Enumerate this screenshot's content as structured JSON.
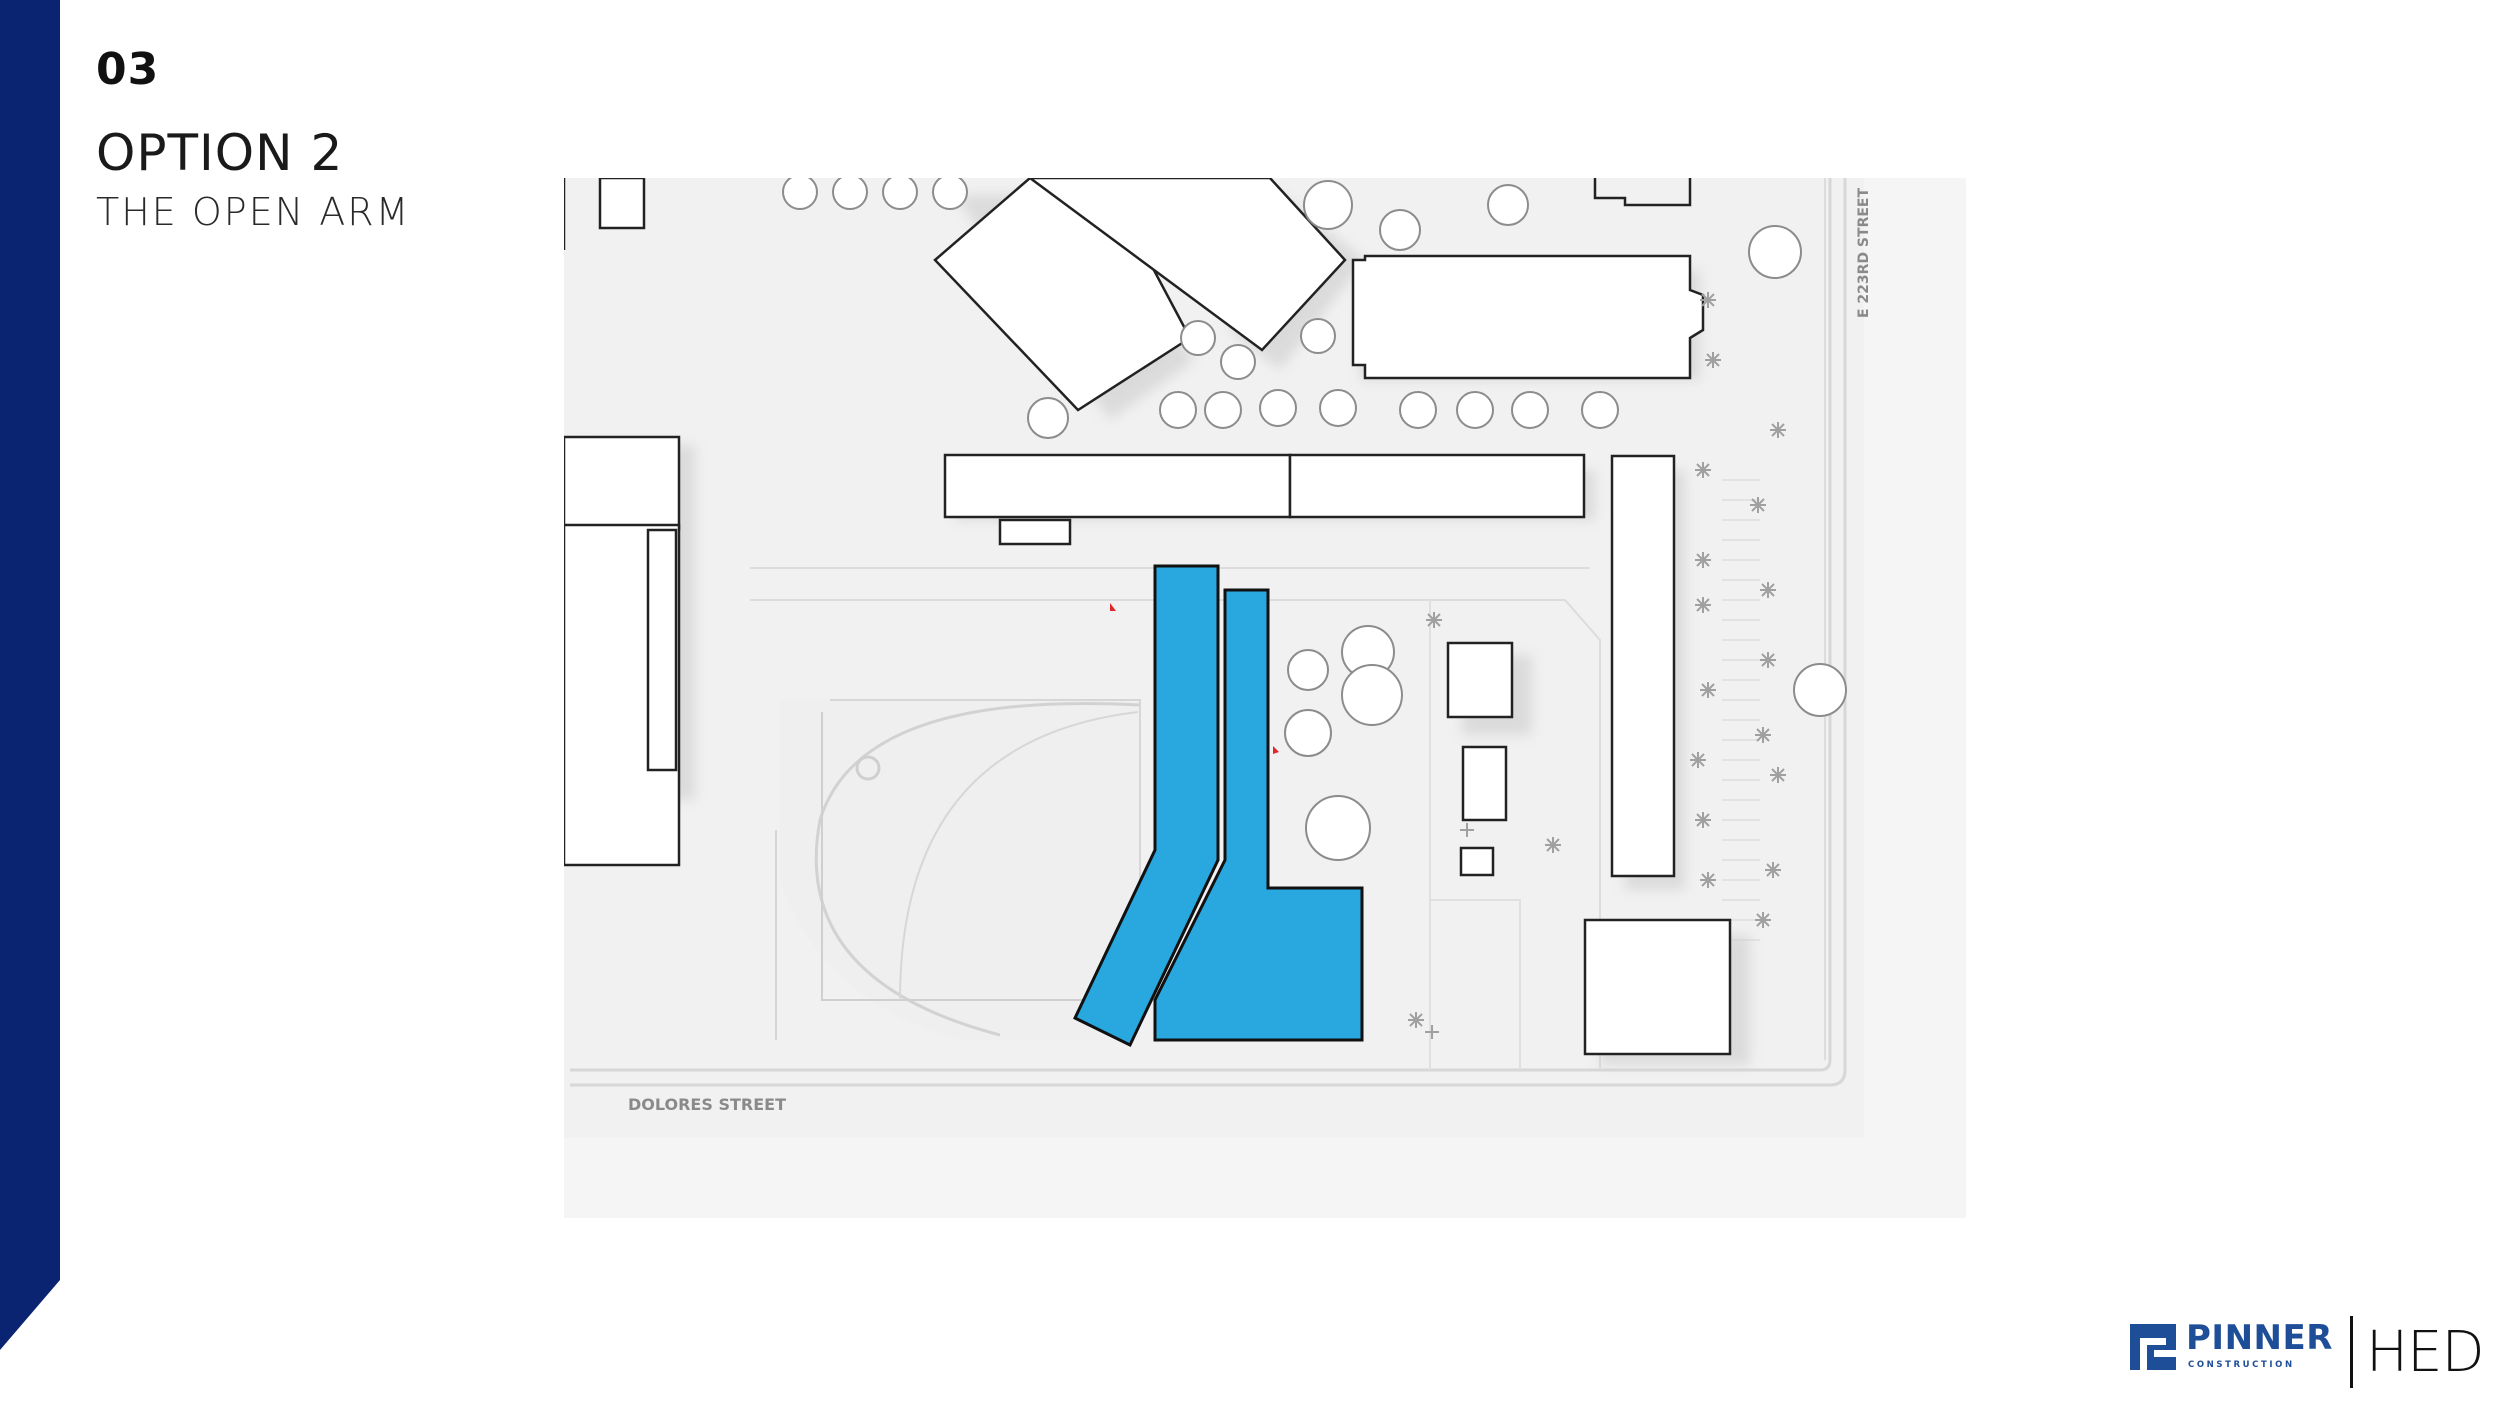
{
  "slide": {
    "section_number": "03",
    "title": "OPTION 2",
    "subtitle": "THE OPEN ARM"
  },
  "site_plan": {
    "streets": {
      "south": "DOLORES STREET",
      "east": "E 223RD STREET"
    },
    "proposed_building_color": "#29a8e0"
  },
  "logos": {
    "pinner": {
      "name": "PINNER",
      "subtitle": "CONSTRUCTION",
      "color": "#1f4e99"
    },
    "hed": {
      "name": "HED"
    }
  },
  "colors": {
    "accent_bar": "#0a2472"
  }
}
